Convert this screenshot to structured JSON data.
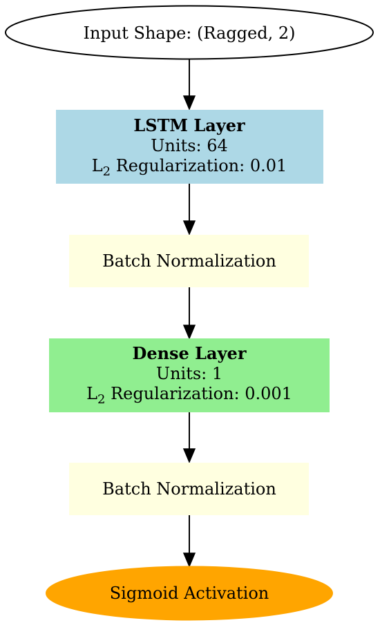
{
  "nodes": [
    {
      "id": "input",
      "shape": "ellipse",
      "fill": "#ffffff",
      "stroke": "#000000",
      "label": "Input Shape: (Ragged, 2)"
    },
    {
      "id": "lstm",
      "shape": "box",
      "fill": "#add8e6",
      "title": "LSTM Layer",
      "units": "Units: 64",
      "reg_prefix": "L",
      "reg_sub": "2",
      "reg_suffix": " Regularization: 0.01"
    },
    {
      "id": "batchnorm1",
      "shape": "box",
      "fill": "#ffffe0",
      "label": "Batch Normalization"
    },
    {
      "id": "dense",
      "shape": "box",
      "fill": "#90ee90",
      "title": "Dense Layer",
      "units": "Units: 1",
      "reg_prefix": "L",
      "reg_sub": "2",
      "reg_suffix": " Regularization: 0.001"
    },
    {
      "id": "batchnorm2",
      "shape": "box",
      "fill": "#ffffe0",
      "label": "Batch Normalization"
    },
    {
      "id": "sigmoid",
      "shape": "ellipse",
      "fill": "#ffa500",
      "stroke": "#ffa500",
      "label": "Sigmoid Activation"
    }
  ],
  "edges": [
    {
      "from": "input",
      "to": "lstm"
    },
    {
      "from": "lstm",
      "to": "batchnorm1"
    },
    {
      "from": "batchnorm1",
      "to": "dense"
    },
    {
      "from": "dense",
      "to": "batchnorm2"
    },
    {
      "from": "batchnorm2",
      "to": "sigmoid"
    }
  ]
}
